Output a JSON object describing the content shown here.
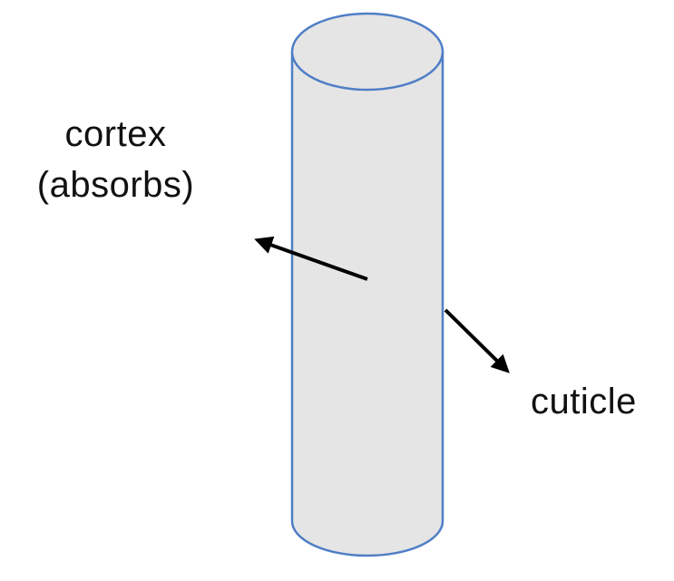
{
  "labels": {
    "cortex_line1": "cortex",
    "cortex_line2": "(absorbs)",
    "cuticle": "cuticle"
  },
  "colors": {
    "cylinder_fill": "#e5e5e5",
    "cylinder_stroke": "#4f7ec6",
    "arrow": "#000000",
    "text": "#111111"
  }
}
